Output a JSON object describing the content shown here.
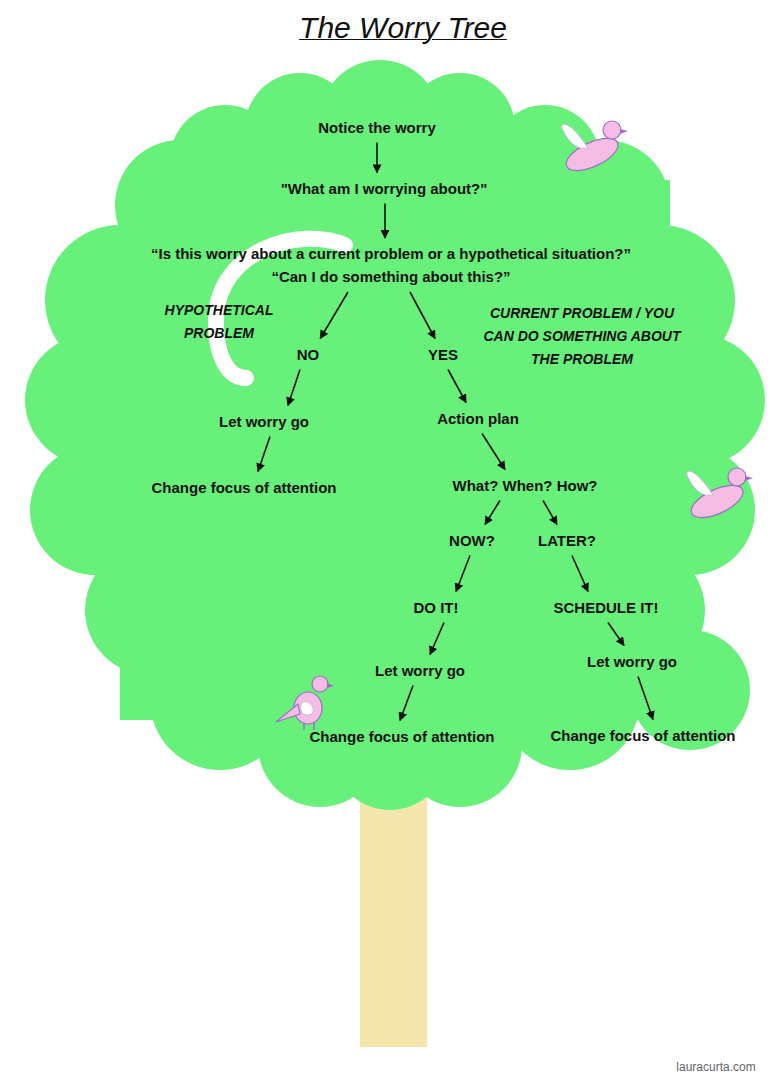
{
  "diagram": {
    "title": "The Worry Tree",
    "nodes": [
      {
        "text": [
          "Notice the worry"
        ]
      },
      {
        "text": [
          "\"What am I worrying about?\""
        ]
      },
      {
        "text": [
          "“Is this worry about a current problem or a hypothetical situation?”",
          "“Can I do something about this?”"
        ]
      },
      {
        "text": [
          "NO"
        ]
      },
      {
        "text": [
          "YES"
        ]
      },
      {
        "text": [
          "Let worry go"
        ]
      },
      {
        "text": [
          "Change focus of attention"
        ]
      },
      {
        "text": [
          "Action plan"
        ]
      },
      {
        "text": [
          "What? When? How?"
        ]
      },
      {
        "text": [
          "NOW?"
        ]
      },
      {
        "text": [
          "LATER?"
        ]
      },
      {
        "text": [
          "DO IT!"
        ]
      },
      {
        "text": [
          "SCHEDULE IT!"
        ]
      },
      {
        "text": [
          "Let worry go"
        ]
      },
      {
        "text": [
          "Let worry go"
        ]
      },
      {
        "text": [
          "Change focus of attention"
        ]
      },
      {
        "text": [
          "Change focus of attention"
        ]
      }
    ],
    "edges": [
      {
        "from": 0,
        "to": 1,
        "arrow": "to"
      },
      {
        "from": 1,
        "to": 2,
        "arrow": "to"
      },
      {
        "from": 2,
        "to": 3,
        "arrow": "to"
      },
      {
        "from": 2,
        "to": 4,
        "arrow": "to"
      },
      {
        "from": 3,
        "to": 5,
        "arrow": "to"
      },
      {
        "from": 5,
        "to": 6,
        "arrow": "to"
      },
      {
        "from": 4,
        "to": 7,
        "arrow": "to"
      },
      {
        "from": 7,
        "to": 8,
        "arrow": "to"
      },
      {
        "from": 8,
        "to": 9,
        "arrow": "to"
      },
      {
        "from": 8,
        "to": 10,
        "arrow": "to"
      },
      {
        "from": 9,
        "to": 11,
        "arrow": "to"
      },
      {
        "from": 10,
        "to": 12,
        "arrow": "to"
      },
      {
        "from": 11,
        "to": 13,
        "arrow": "to"
      },
      {
        "from": 13,
        "to": 15,
        "arrow": "to"
      },
      {
        "from": 12,
        "to": 14,
        "arrow": "to"
      },
      {
        "from": 14,
        "to": 16,
        "arrow": "to"
      }
    ],
    "labels": [
      "HYPOTHETICAL PROBLEM",
      "CURRENT PROBLEM / YOU CAN DO SOMETHING ABOUT THE PROBLEM",
      "lauracurta.com"
    ]
  }
}
